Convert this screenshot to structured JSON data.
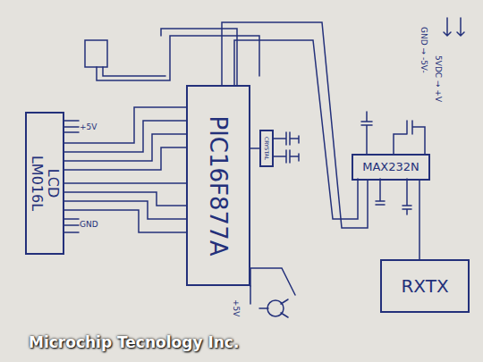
{
  "diagram": {
    "nodes": [
      {
        "text": [
          "LCD",
          "LM016L"
        ]
      },
      {
        "text": [
          "PIC16F877A"
        ]
      },
      {
        "text": [
          "CRYSTAL"
        ]
      },
      {
        "text": [
          "MAX232N"
        ]
      },
      {
        "text": [
          "RXTX"
        ]
      }
    ],
    "edges": [
      {
        "from": 0,
        "to": 1,
        "arrow": "none"
      },
      {
        "from": 1,
        "to": 2,
        "arrow": "none"
      },
      {
        "from": 1,
        "to": 3,
        "arrow": "none"
      },
      {
        "from": 3,
        "to": 4,
        "arrow": "none"
      }
    ],
    "labels": [
      "GND → -5V-",
      "5VDC → +V",
      "+5V",
      "GND",
      "+5V",
      "Microchip Tecnology Inc."
    ]
  }
}
